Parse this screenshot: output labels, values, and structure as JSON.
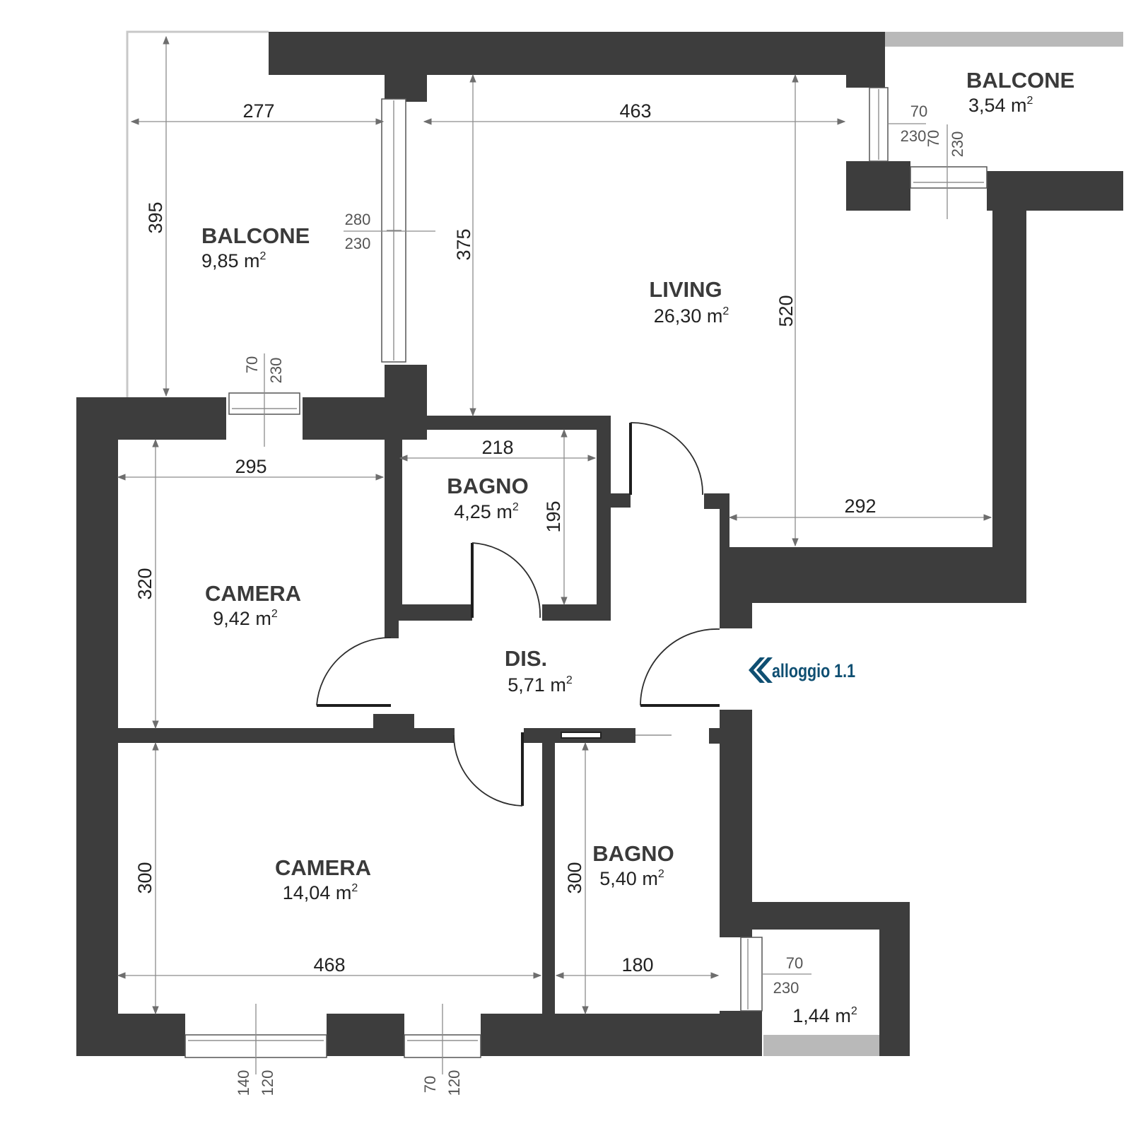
{
  "plan": {
    "rooms": [
      {
        "id": "balcone-west",
        "name": "BALCONE",
        "area": "9,85 m",
        "exp": "2"
      },
      {
        "id": "balcone-north-east",
        "name": "BALCONE",
        "area": "3,54 m",
        "exp": "2"
      },
      {
        "id": "living",
        "name": "LIVING",
        "area": "26,30 m",
        "exp": "2"
      },
      {
        "id": "bagno-upper",
        "name": "BAGNO",
        "area": "4,25 m",
        "exp": "2"
      },
      {
        "id": "camera-upper",
        "name": "CAMERA",
        "area": "9,42 m",
        "exp": "2"
      },
      {
        "id": "disimpegno",
        "name": "DIS.",
        "area": "5,71 m",
        "exp": "2"
      },
      {
        "id": "camera-lower",
        "name": "CAMERA",
        "area": "14,04 m",
        "exp": "2"
      },
      {
        "id": "bagno-lower",
        "name": "BAGNO",
        "area": "5,40 m",
        "exp": "2"
      },
      {
        "id": "loggia",
        "name": "",
        "area": "1,44 m",
        "exp": "2"
      }
    ],
    "dimensions": [
      {
        "id": "balcone-width",
        "value": "277"
      },
      {
        "id": "living-width",
        "value": "463"
      },
      {
        "id": "balcone-depth",
        "value": "395"
      },
      {
        "id": "living-depth-west",
        "value": "375"
      },
      {
        "id": "living-depth-east",
        "value": "520"
      },
      {
        "id": "living-width-lower",
        "value": "292"
      },
      {
        "id": "bagno-upper-width",
        "value": "218"
      },
      {
        "id": "bagno-upper-depth",
        "value": "195"
      },
      {
        "id": "camera-upper-width",
        "value": "295"
      },
      {
        "id": "camera-upper-depth",
        "value": "320"
      },
      {
        "id": "camera-lower-depth",
        "value": "300"
      },
      {
        "id": "camera-lower-width",
        "value": "468"
      },
      {
        "id": "bagno-lower-depth",
        "value": "300"
      },
      {
        "id": "bagno-lower-width",
        "value": "180"
      }
    ],
    "windows": [
      {
        "id": "living-door-window",
        "sill": "280",
        "height": "230"
      },
      {
        "id": "balcone-ne-window",
        "sill": "70",
        "height": "230"
      },
      {
        "id": "living-ne-window",
        "sill": "70",
        "height": "230"
      },
      {
        "id": "camera-upper-window",
        "sill": "70",
        "height": "230"
      },
      {
        "id": "camera-lower-window",
        "sill": "140",
        "height": "120"
      },
      {
        "id": "bagno-lower-window",
        "sill": "70",
        "height": "120"
      },
      {
        "id": "loggia-window",
        "sill": "70",
        "height": "230"
      }
    ],
    "logo": {
      "text": "alloggio 1.1"
    },
    "colors": {
      "wall": "#3d3d3d",
      "terrace": "#b9b9b9",
      "logo": "#0f4f72"
    }
  }
}
